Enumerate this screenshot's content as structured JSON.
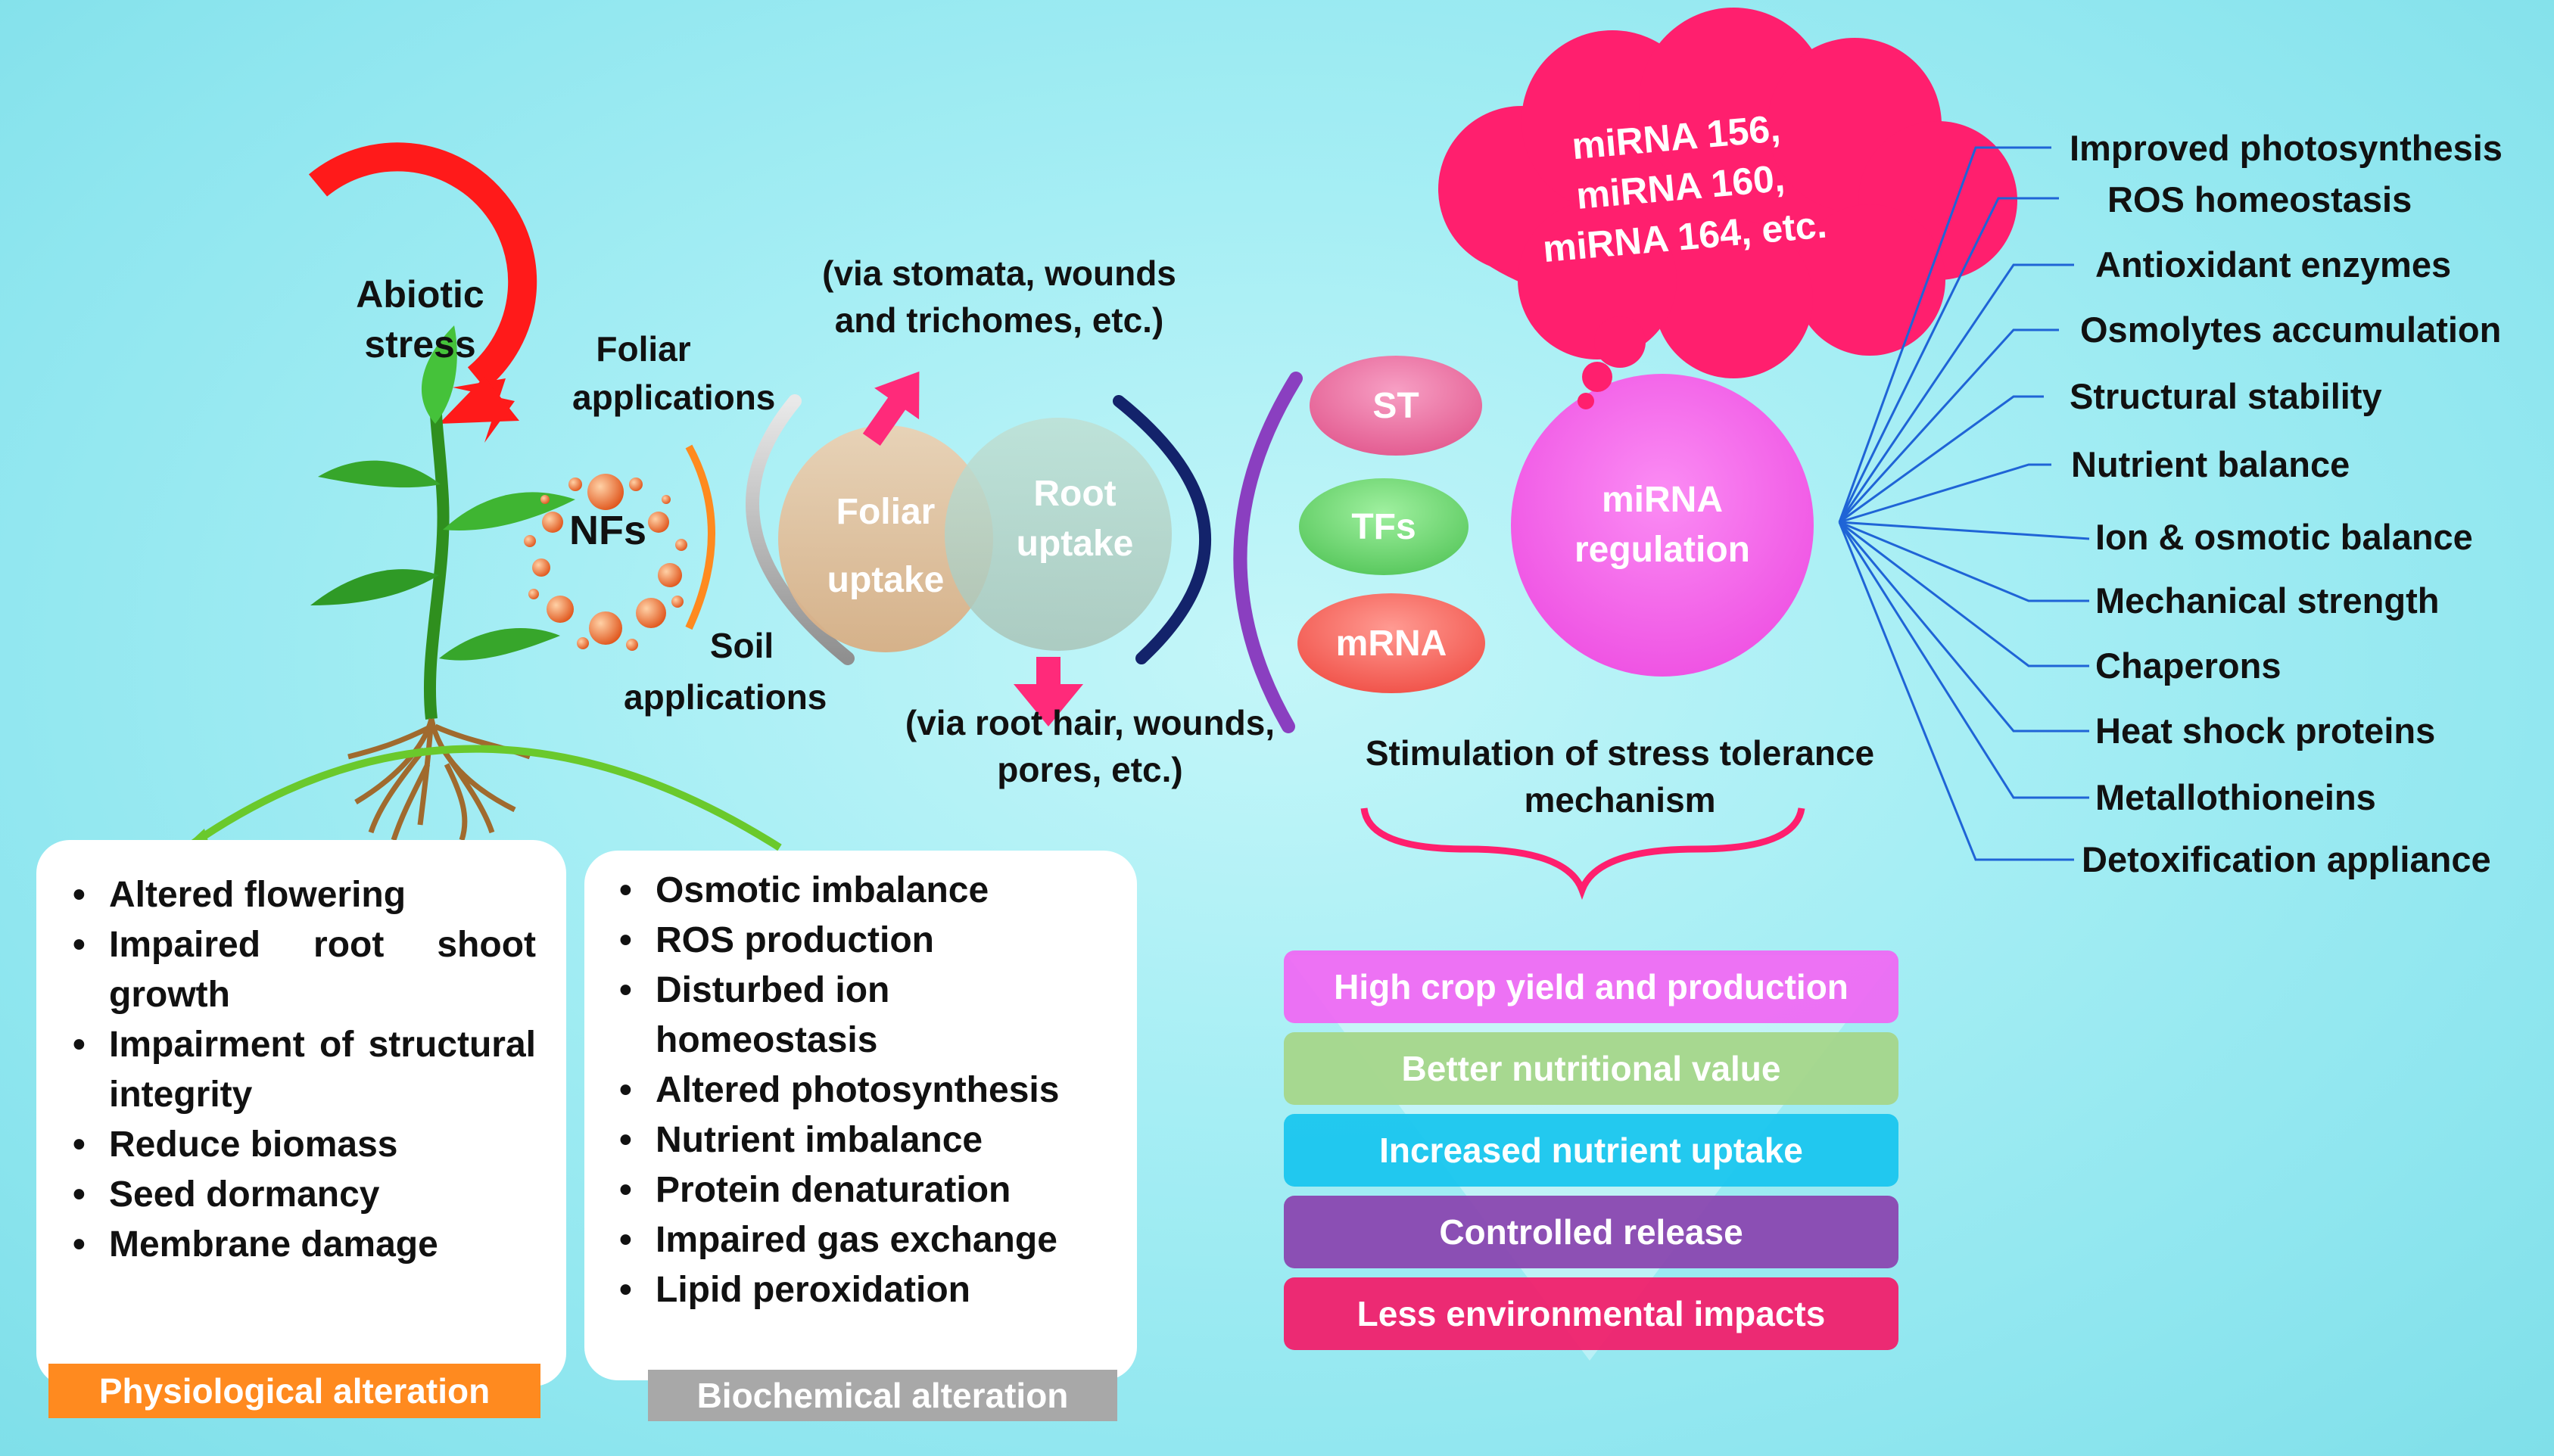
{
  "abiotic": {
    "line1": "Abiotic",
    "line2": "stress"
  },
  "nfs": "NFs",
  "foliar_applications": {
    "line1": "Foliar",
    "line2": "applications"
  },
  "soil_applications": {
    "line1": "Soil",
    "line2": "applications"
  },
  "via_stomata": {
    "line1": "(via stomata, wounds",
    "line2": "and trichomes, etc.)"
  },
  "via_root": {
    "line1": "(via root hair, wounds,",
    "line2": "pores, etc.)"
  },
  "foliar_uptake": {
    "line1": "Foliar",
    "line2": "uptake"
  },
  "root_uptake": {
    "line1": "Root",
    "line2": "uptake"
  },
  "signals": {
    "st": "ST",
    "tfs": "TFs",
    "mrna": "mRNA"
  },
  "cloud": {
    "line1": "miRNA 156,",
    "line2": "miRNA 160,",
    "line3": "miRNA 164, etc."
  },
  "mirna_regulation": {
    "line1": "miRNA",
    "line2": "regulation"
  },
  "stimulation": {
    "line1": "Stimulation of stress tolerance",
    "line2": "mechanism"
  },
  "benefits": [
    "Improved photosynthesis",
    "ROS homeostasis",
    "Antioxidant enzymes",
    "Osmolytes accumulation",
    "Structural stability",
    "Nutrient balance",
    "Ion & osmotic balance",
    "Mechanical strength",
    "Chaperons",
    "Heat shock proteins",
    "Metallothioneins",
    "Detoxification appliance"
  ],
  "outcomes": [
    "High crop yield and production",
    "Better nutritional value",
    "Increased nutrient uptake",
    "Controlled release",
    "Less environmental impacts"
  ],
  "physiological": {
    "items": [
      "Altered flowering",
      "Impaired root shoot growth",
      "Impairment of structural integrity",
      "Reduce biomass",
      "Seed dormancy",
      "Membrane damage"
    ],
    "label": "Physiological alteration"
  },
  "biochemical": {
    "items": [
      "Osmotic imbalance",
      "ROS production",
      "Disturbed ion homeostasis",
      "Altered photosynthesis",
      "Nutrient imbalance",
      "Protein denaturation",
      " Impaired gas exchange",
      "Lipid peroxidation"
    ],
    "label": "Biochemical alteration"
  },
  "colors": {
    "abiotic_arrow": "#ff1a1a",
    "pink_arrow": "#ff2a7a",
    "cloud": "#ff1f6e",
    "mirna_circle": "#f560e8",
    "physiological_label": "#ff8a1f",
    "biochemical_label": "#a8a8a8",
    "outcome_bars": [
      "#f066f3",
      "#a5d68a",
      "#1ac6ee",
      "#8a47b0",
      "#f0206b"
    ],
    "lines": "#1f64d6"
  }
}
